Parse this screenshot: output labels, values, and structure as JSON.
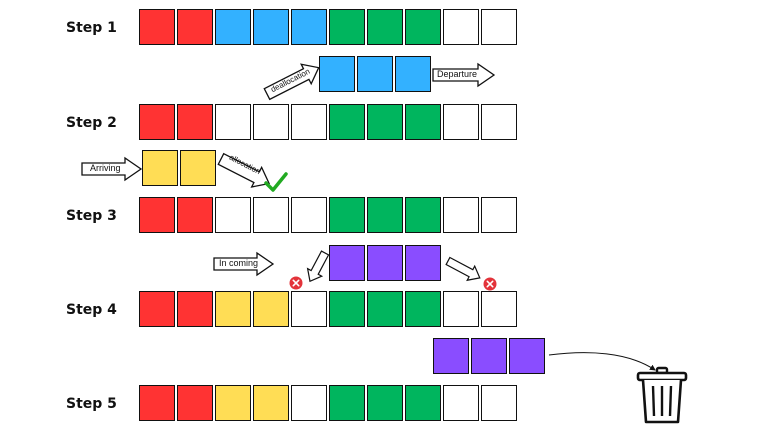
{
  "colors": {
    "red": "#ff3333",
    "blue": "#33b1ff",
    "green": "#00b55e",
    "yellow": "#ffdd55",
    "purple": "#8a4dff",
    "empty": "#ffffff",
    "x_mark": "#e3333a",
    "check": "#22aa22"
  },
  "steps": [
    {
      "label": "Step 1",
      "cells": [
        "red",
        "red",
        "blue",
        "blue",
        "blue",
        "green",
        "green",
        "green",
        "empty",
        "empty"
      ]
    },
    {
      "label": "Step 2",
      "cells": [
        "red",
        "red",
        "empty",
        "empty",
        "empty",
        "green",
        "green",
        "green",
        "empty",
        "empty"
      ]
    },
    {
      "label": "Step 3",
      "cells": [
        "red",
        "red",
        "empty",
        "empty",
        "empty",
        "green",
        "green",
        "green",
        "empty",
        "empty"
      ]
    },
    {
      "label": "Step 4",
      "cells": [
        "red",
        "red",
        "yellow",
        "yellow",
        "empty",
        "green",
        "green",
        "green",
        "empty",
        "empty"
      ]
    },
    {
      "label": "Step 5",
      "cells": [
        "red",
        "red",
        "yellow",
        "yellow",
        "empty",
        "green",
        "green",
        "green",
        "empty",
        "empty"
      ]
    }
  ],
  "arrows": {
    "deallocation": "deallocation",
    "departure": "Departure",
    "arriving": "Arriving",
    "allocation": "allocation",
    "incoming": "In coming",
    "down_arrow": "",
    "right_down_arrow": ""
  },
  "icons": {
    "check": "check-icon",
    "x_left": "x-circle-icon",
    "x_right": "x-circle-icon",
    "trash": "trash-can-icon"
  }
}
